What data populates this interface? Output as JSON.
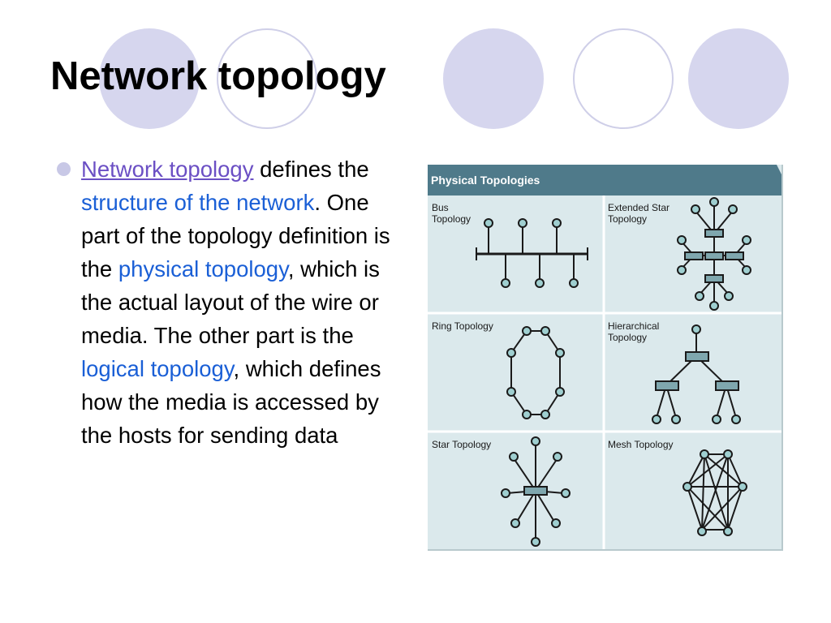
{
  "slide": {
    "title": "Network topology",
    "body": {
      "t1": "Network topology",
      "t2": " defines the ",
      "t3": "structure of the network",
      "t4": ". One part of the topology definition is the ",
      "t5": "physical topology",
      "t6": ", which is the actual layout of the wire or media. The other part is the ",
      "t7": "logical topology",
      "t8": ", which defines how the media is accessed by the hosts for sending data"
    }
  },
  "figure": {
    "header": "Physical Topologies",
    "cells": [
      {
        "label_line1": "Bus",
        "label_line2": "Topology"
      },
      {
        "label_line1": "Extended Star",
        "label_line2": "Topology"
      },
      {
        "label_line1": "Ring Topology",
        "label_line2": ""
      },
      {
        "label_line1": "Hierarchical",
        "label_line2": "Topology"
      },
      {
        "label_line1": "Star Topology",
        "label_line2": ""
      },
      {
        "label_line1": "Mesh Topology",
        "label_line2": ""
      }
    ]
  },
  "colors": {
    "header_bg": "#4f7a8a",
    "cell_bg": "#dbe9ec",
    "node_fill": "#9fcfd0",
    "link_color": "#1a1a1a",
    "accent_text": "#1a5fd6",
    "link_text": "#6b4fc4"
  }
}
